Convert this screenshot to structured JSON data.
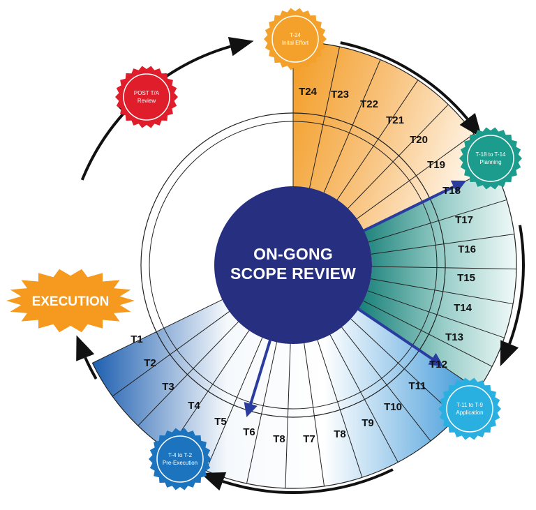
{
  "center": {
    "line1": "ON-GONG",
    "line2": "SCOPE REVIEW"
  },
  "execution": {
    "label": "EXECUTION"
  },
  "segments": {
    "T24": "T24",
    "T23": "T23",
    "T22": "T22",
    "T21": "T21",
    "T20": "T20",
    "T19": "T19",
    "T18": "T18",
    "T17": "T17",
    "T16": "T16",
    "T15": "T15",
    "T14": "T14",
    "T13": "T13",
    "T12": "T12",
    "T11": "T11",
    "T10": "T10",
    "T9": "T9",
    "T8a": "T8",
    "T7": "T7",
    "T8b": "T8",
    "T6": "T6",
    "T5": "T5",
    "T4": "T4",
    "T3": "T3",
    "T2": "T2",
    "T1": "T1"
  },
  "badges": {
    "initial": {
      "line1": "T-24",
      "line2": "Inital Effort"
    },
    "planning": {
      "line1": "T-18 to T-14",
      "line2": "Planning"
    },
    "application": {
      "line1": "T-11 to T-9",
      "line2": "Application"
    },
    "preexec": {
      "line1": "T-4 to T-2",
      "line2": "Pre-Execution"
    },
    "post": {
      "line1": "POST T/A",
      "line2": "Review"
    }
  },
  "colors": {
    "center": "#262f80",
    "orange": "#f4a12c",
    "teal": "#1c9c8c",
    "blue": "#2f8fd6",
    "navy": "#2a3d9e",
    "red": "#e01e2b",
    "execution": "#f59a1e",
    "cyan": "#2ab0e0",
    "preexec": "#1c74be"
  }
}
